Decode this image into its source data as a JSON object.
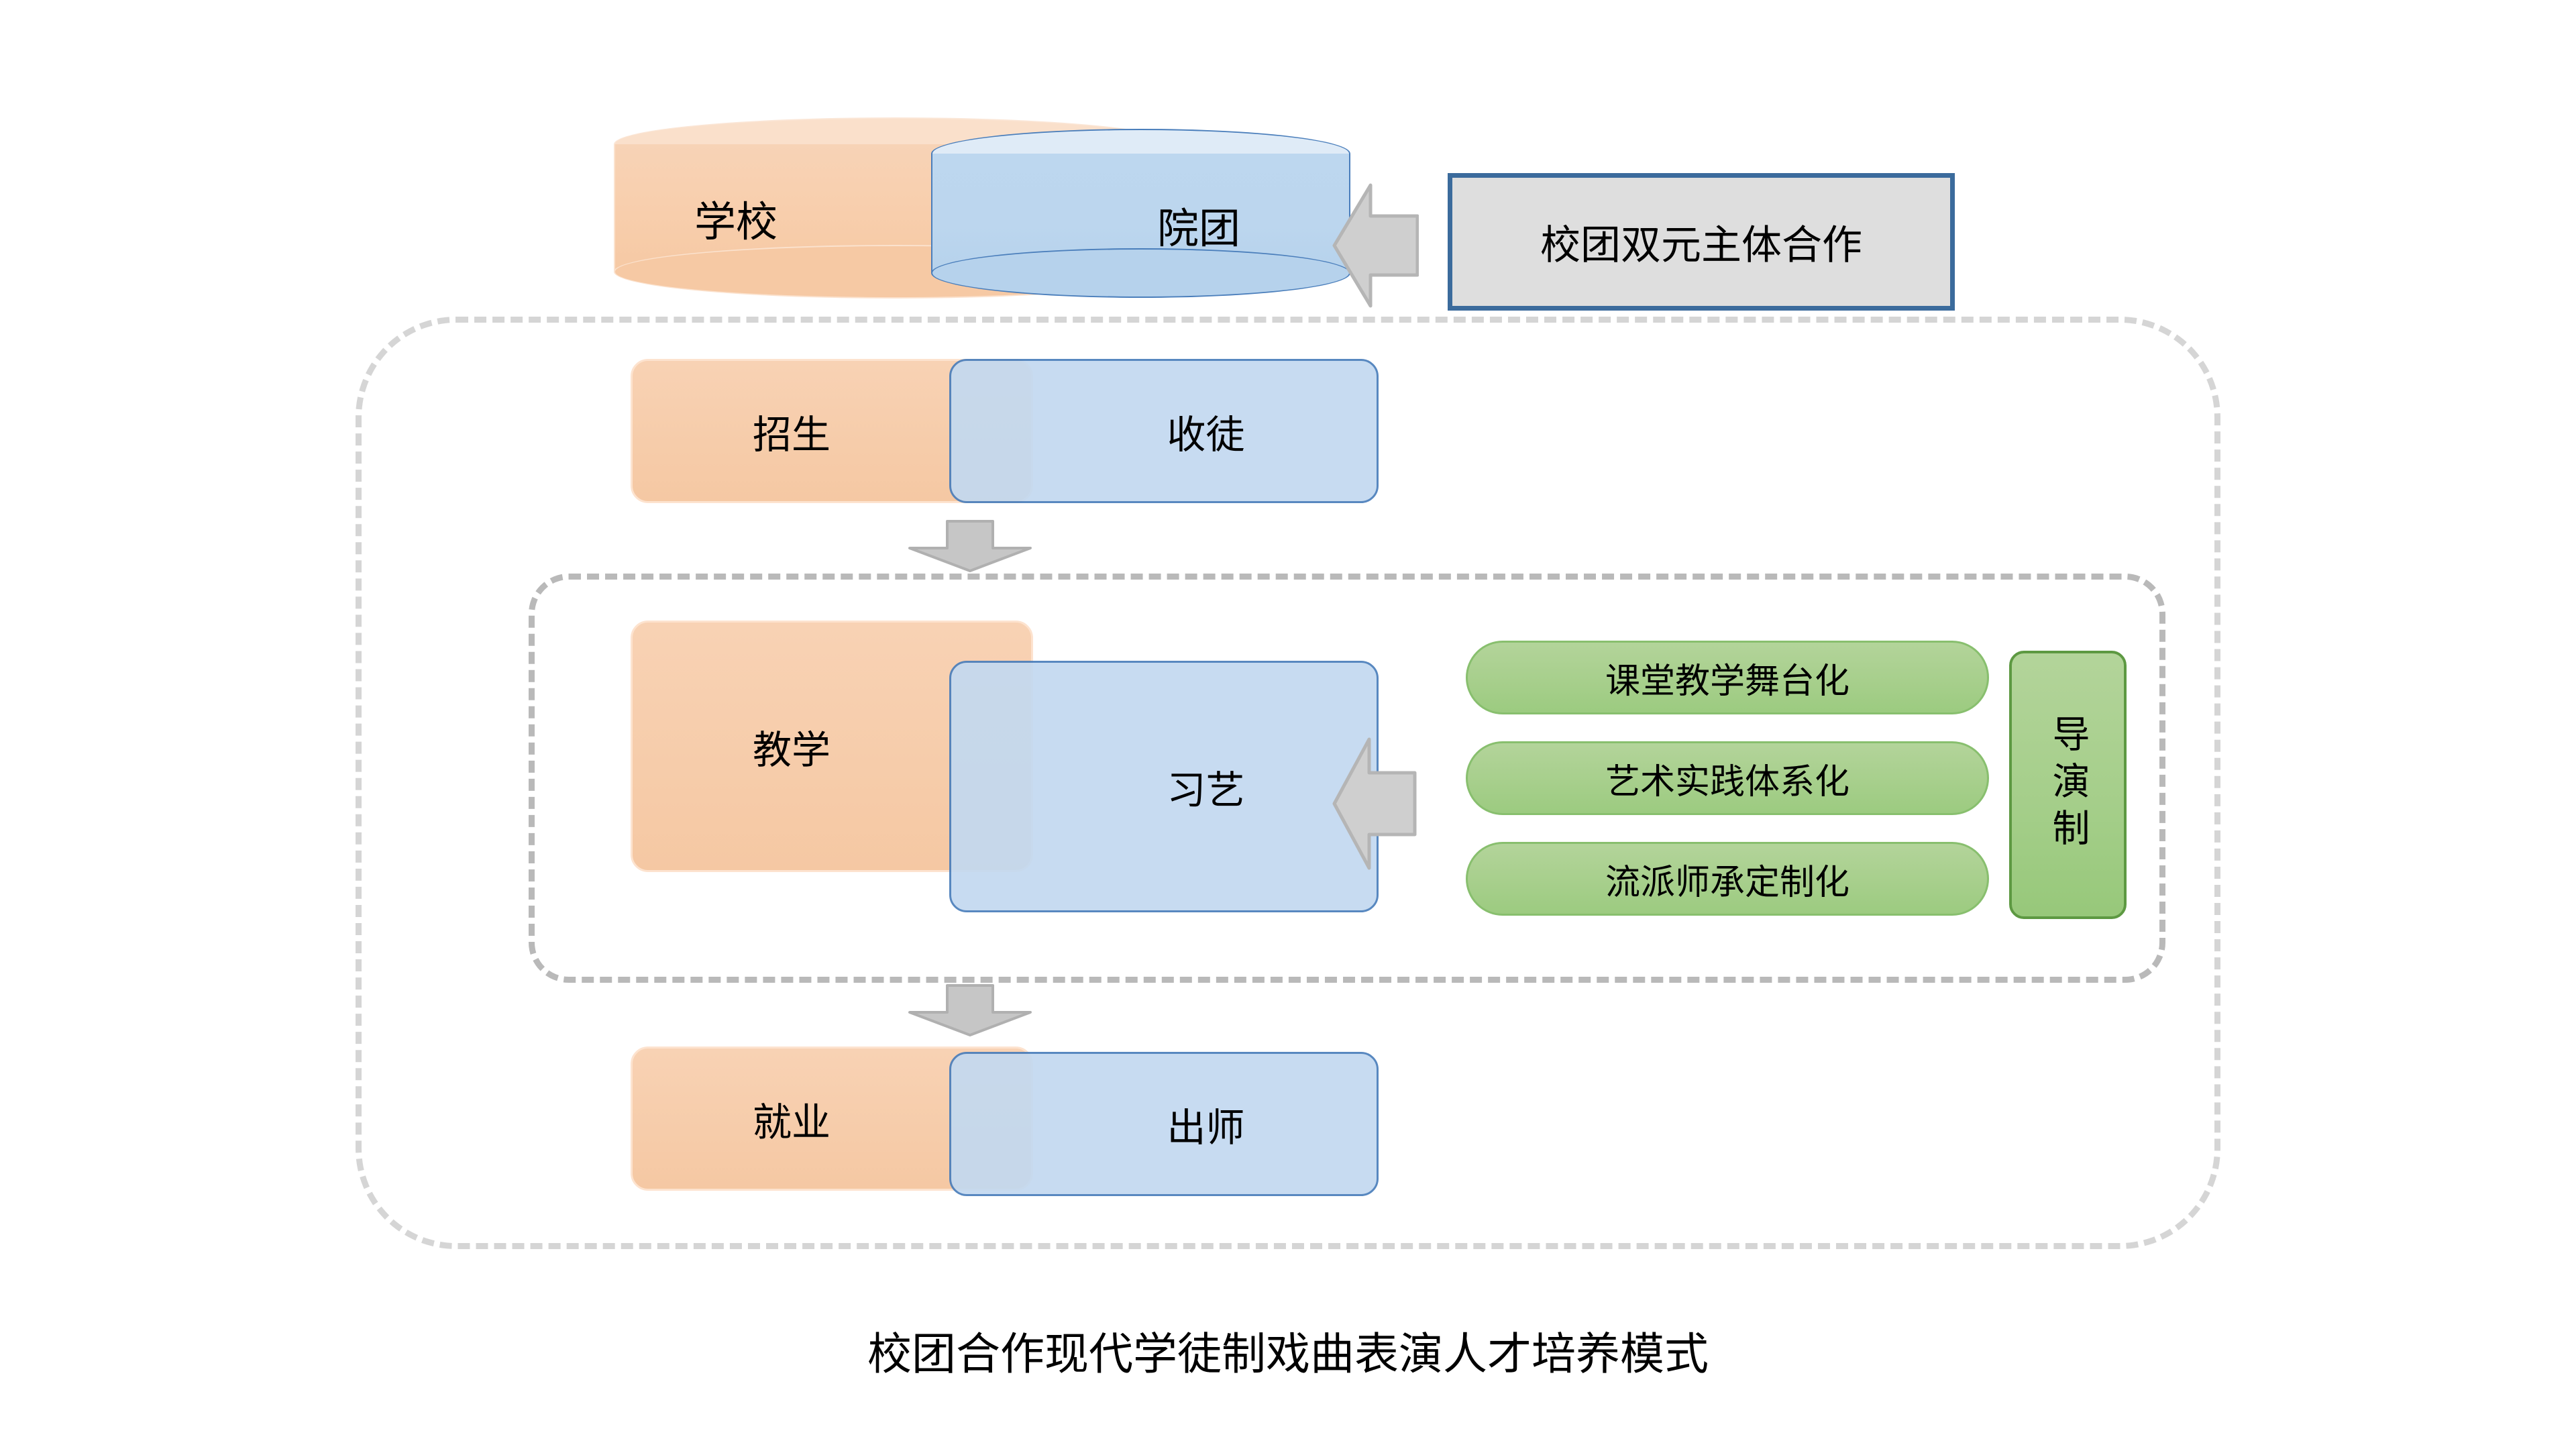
{
  "diagram": {
    "caption": "校团合作现代学徒制戏曲表演人才培养模式",
    "top_row": {
      "school_cylinder": "学校",
      "troupe_cylinder": "院团",
      "callout": "校团双元主体合作"
    },
    "stages": [
      {
        "school": "招生",
        "troupe": "收徒"
      },
      {
        "school": "教学",
        "troupe": "习艺"
      },
      {
        "school": "就业",
        "troupe": "出师"
      }
    ],
    "practices": [
      "课堂教学舞台化",
      "艺术实践体系化",
      "流派师承定制化"
    ],
    "system_label": "导演制",
    "colors": {
      "school_fill": "#f5c8a3",
      "troupe_fill": "#c3d9f0",
      "troupe_stroke": "#4a7ebb",
      "practice_fill": "#a7cf8c",
      "practice_stroke": "#88bf6e",
      "system_stroke": "#5d9942",
      "callout_fill": "#dedede",
      "callout_stroke": "#3b6b9c",
      "arrow_fill": "#cfcfcf",
      "arrow_stroke": "#b5b5b5",
      "dashed_border": "#d5d5d5"
    }
  }
}
